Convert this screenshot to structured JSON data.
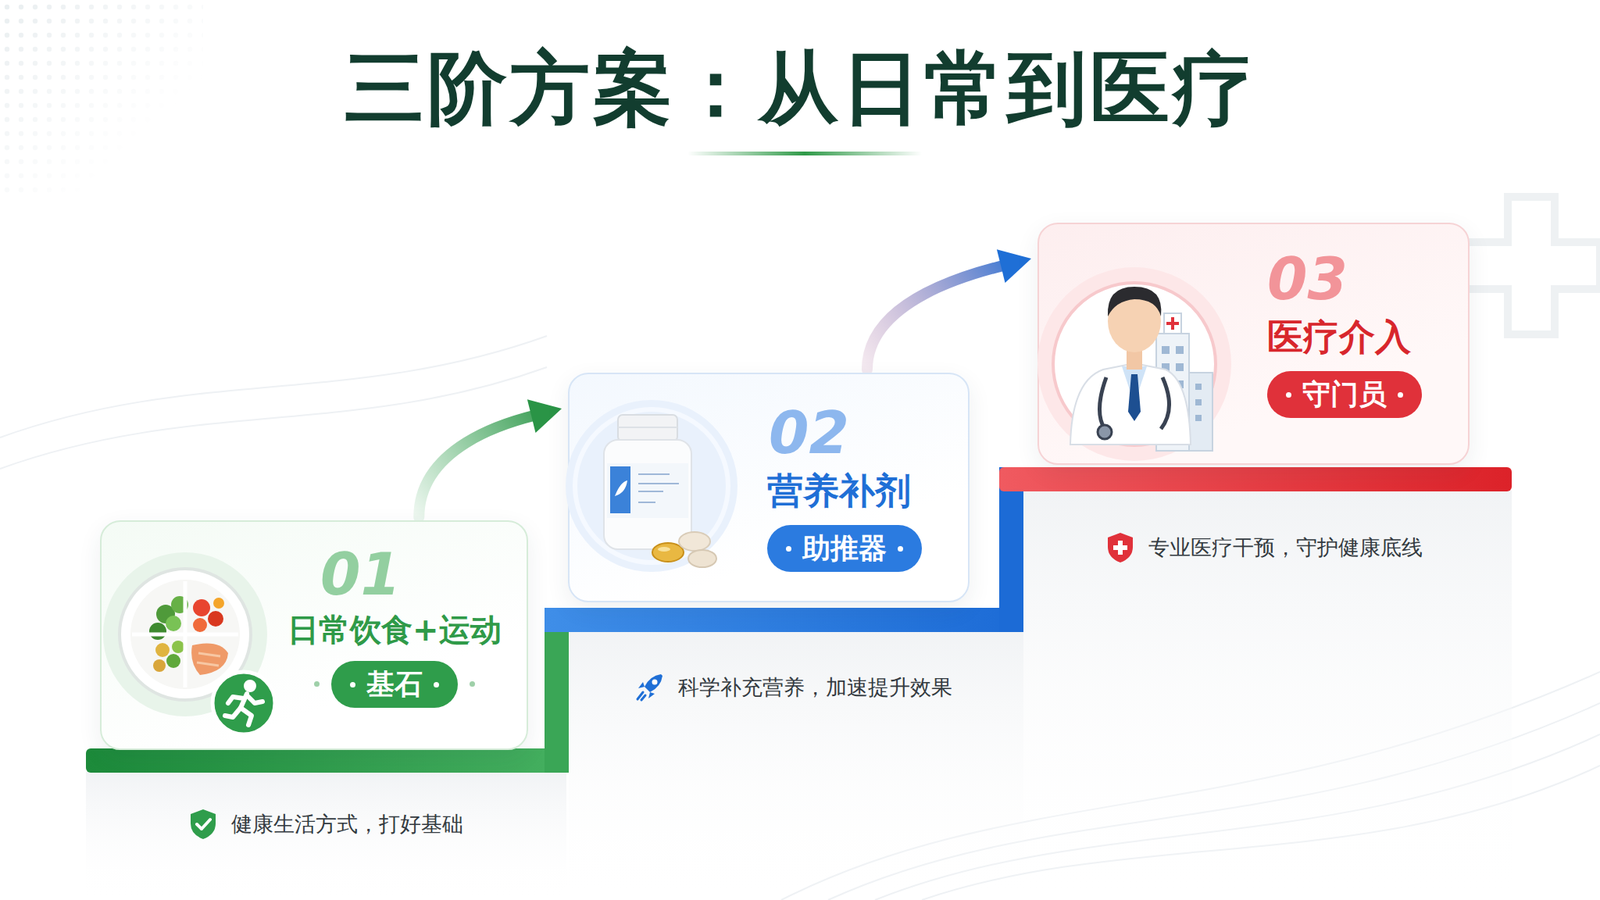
{
  "diagram": {
    "title": "三阶方案：从日常到医疗",
    "nodes": [
      {
        "text": [
          "01",
          "日常饮食+运动"
        ]
      },
      {
        "text": [
          "基石"
        ],
        "in": 0
      },
      {
        "text": [
          "02",
          "营养补剂"
        ]
      },
      {
        "text": [
          "助推器"
        ],
        "in": 2
      },
      {
        "text": [
          "03",
          "医疗介入"
        ]
      },
      {
        "text": [
          "守门员"
        ],
        "in": 4
      }
    ],
    "edges": [
      {
        "from": 0,
        "to": 2,
        "arrow": "to"
      },
      {
        "from": 2,
        "to": 4,
        "arrow": "to"
      }
    ],
    "labels": [
      "健康生活方式，打好基础",
      "科学补充营养，加速提升效果",
      "专业医疗干预，守护健康底线"
    ]
  }
}
